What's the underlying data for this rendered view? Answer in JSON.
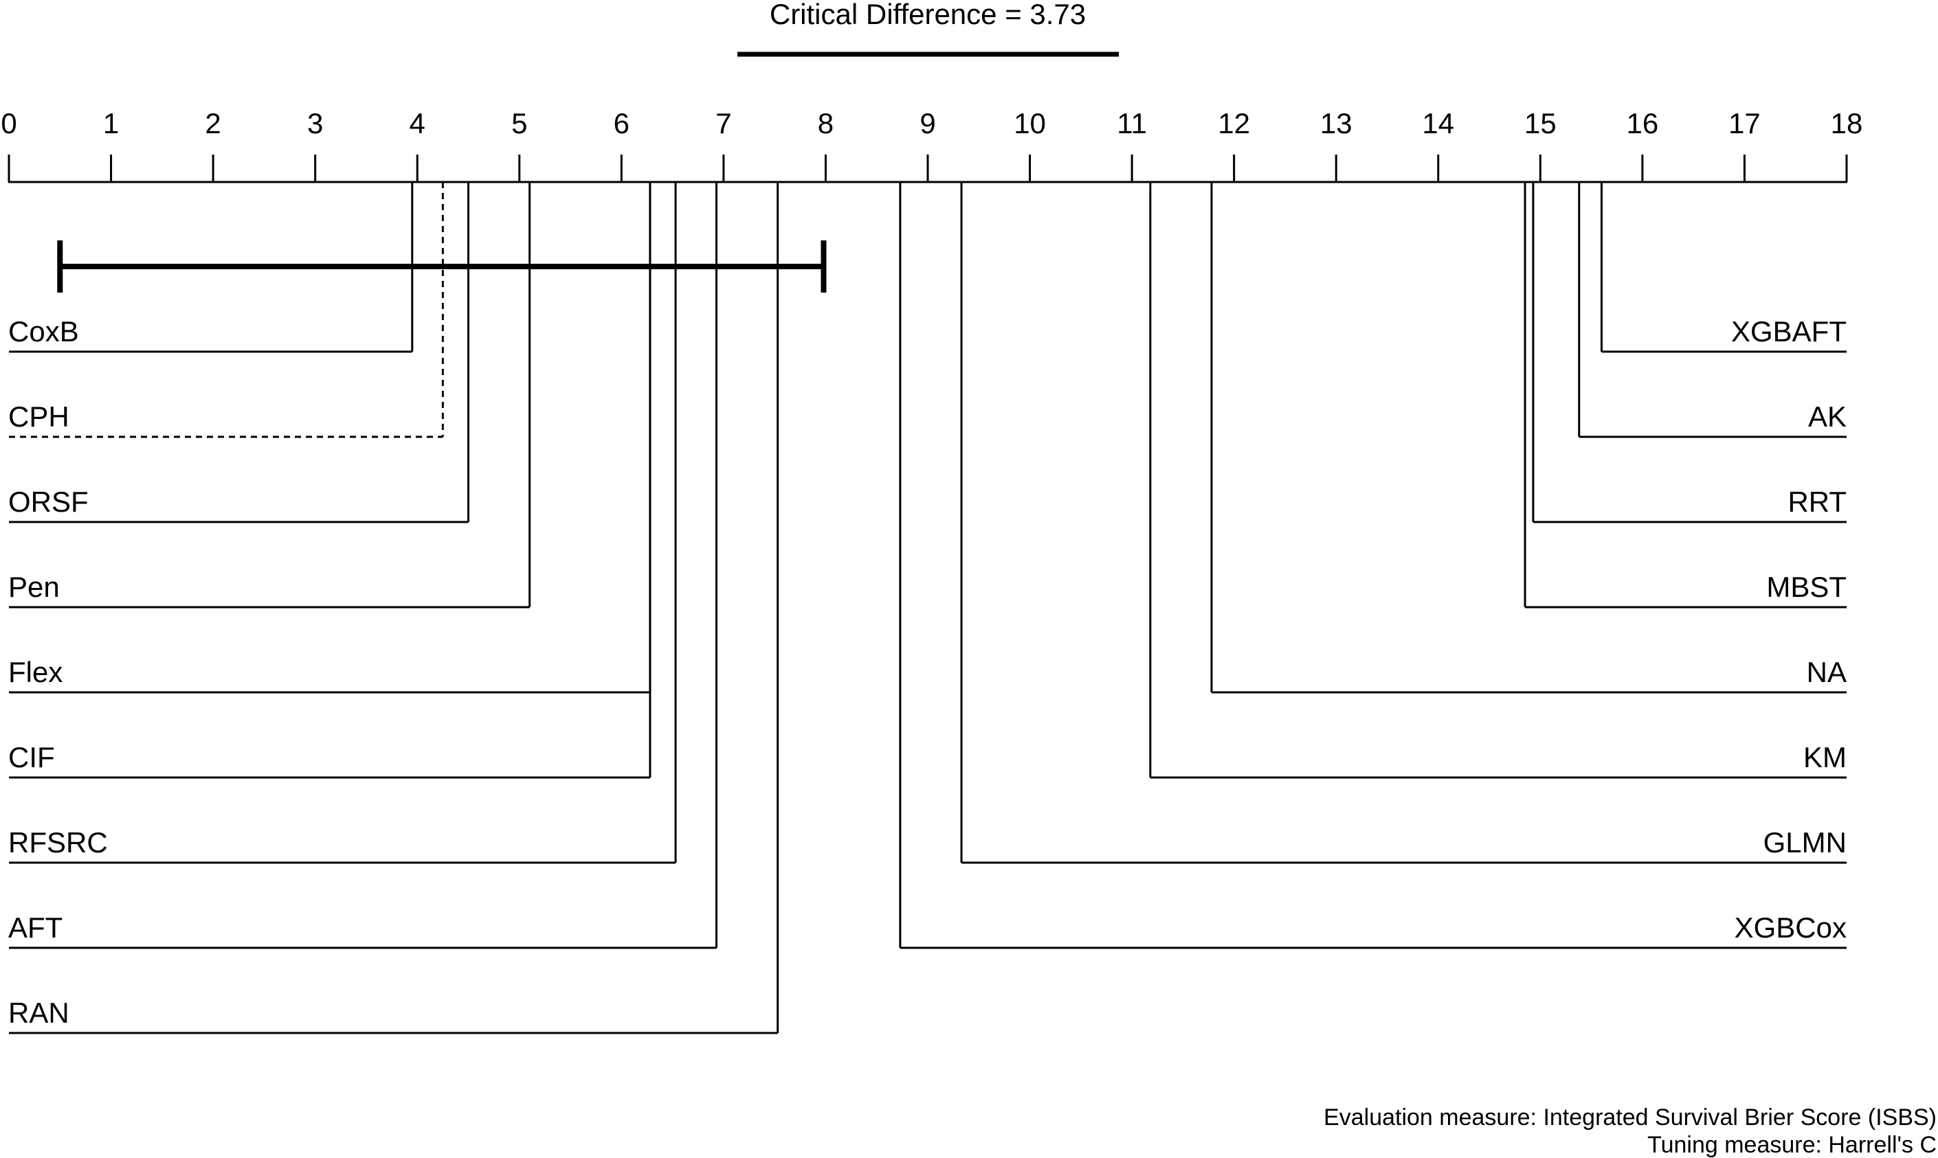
{
  "chart_data": {
    "type": "critical-difference-diagram",
    "title": "Critical Difference = 3.73",
    "critical_difference": 3.73,
    "axis": {
      "xlim": [
        0,
        18
      ],
      "ticks": [
        "0",
        "1",
        "2",
        "3",
        "4",
        "5",
        "6",
        "7",
        "8",
        "9",
        "10",
        "11",
        "12",
        "13",
        "14",
        "15",
        "16",
        "17",
        "18"
      ]
    },
    "cd_bar_span": [
      0.5,
      7.98
    ],
    "left_models": [
      {
        "name": "CoxB",
        "rank": 3.95,
        "line_style": "solid"
      },
      {
        "name": "CPH",
        "rank": 4.25,
        "line_style": "dashed"
      },
      {
        "name": "ORSF",
        "rank": 4.5,
        "line_style": "solid"
      },
      {
        "name": "Pen",
        "rank": 5.1,
        "line_style": "solid"
      },
      {
        "name": "Flex",
        "rank": 6.28,
        "line_style": "solid"
      },
      {
        "name": "CIF",
        "rank": 6.28,
        "line_style": "solid"
      },
      {
        "name": "RFSRC",
        "rank": 6.53,
        "line_style": "solid"
      },
      {
        "name": "AFT",
        "rank": 6.93,
        "line_style": "solid"
      },
      {
        "name": "RAN",
        "rank": 7.53,
        "line_style": "solid"
      }
    ],
    "right_models": [
      {
        "name": "XGBAFT",
        "rank": 15.6
      },
      {
        "name": "AK",
        "rank": 15.38
      },
      {
        "name": "RRT",
        "rank": 14.93
      },
      {
        "name": "MBST",
        "rank": 14.85
      },
      {
        "name": "NA",
        "rank": 11.78
      },
      {
        "name": "KM",
        "rank": 11.18
      },
      {
        "name": "GLMN",
        "rank": 9.33
      },
      {
        "name": "XGBCox",
        "rank": 8.73
      }
    ],
    "notes": [
      "Evaluation measure: Integrated Survival Brier Score (ISBS)",
      "Tuning measure: Harrell's C"
    ]
  }
}
